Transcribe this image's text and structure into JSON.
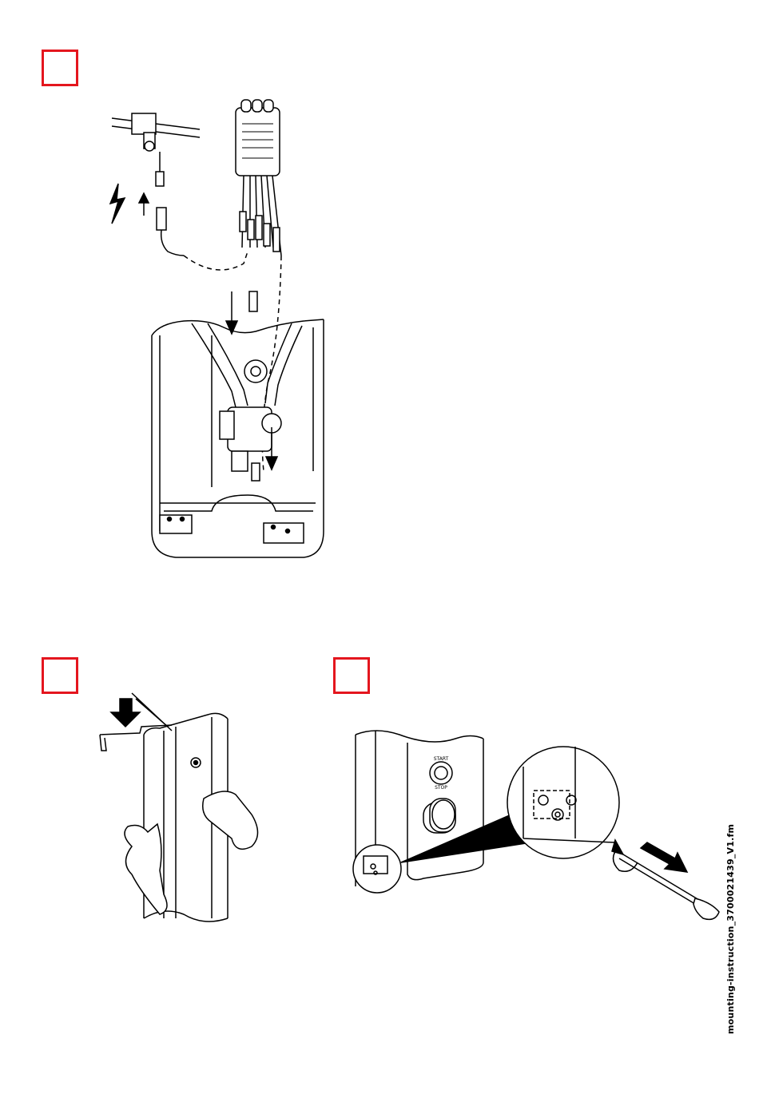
{
  "footer": {
    "filename": "mounting-instruction_3700021439_V1.fm"
  },
  "figure3": {
    "panel_label_top": "START",
    "panel_label_bottom": "STOP"
  },
  "colors": {
    "step_box": "#e4161e",
    "line": "#000000"
  }
}
